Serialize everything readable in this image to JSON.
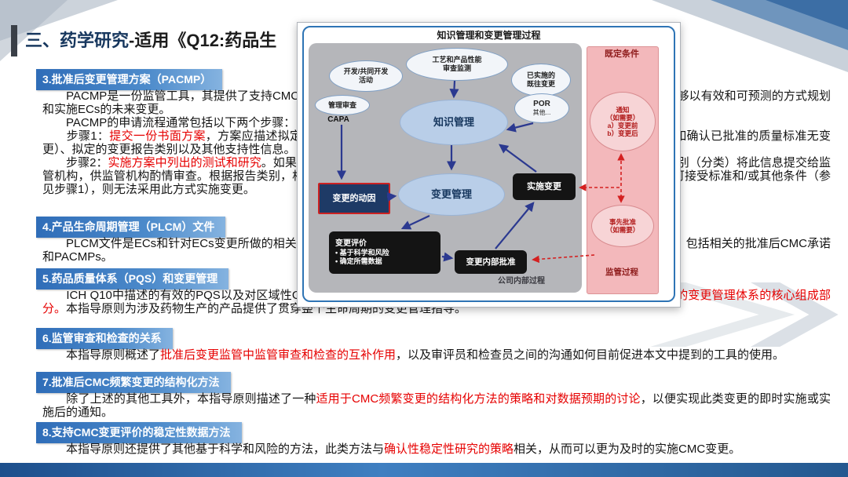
{
  "colors": {
    "title_navy": "#17375e",
    "header_blue": "#2f6db8",
    "red_text": "#e60000",
    "footer_blue": "#2b62a6",
    "diagram_gray": "#b5b6ba",
    "diagram_pink": "#f3b8bb",
    "node_blue": "#b9cee8"
  },
  "title": {
    "prefix": "三、药学研究",
    "suffix": "-适用《Q12:药品生"
  },
  "sections": [
    {
      "header": "3.批准后变更管理方案（PACMP）",
      "paragraphs": [
        {
          "segments": [
            {
              "t": "　　PACMP是一份监管工具，其提供了支持CMC变更实施所需的可预测性和透明性，有助于相关方达成共识。此类机制能够以有效和可预测的方式规划和实施ECs的未来变更。"
            }
          ]
        },
        {
          "segments": [
            {
              "t": "　　PACMP的申请流程通常包括以下两个步骤："
            }
          ]
        },
        {
          "segments": [
            {
              "t": "　　步骤1："
            },
            {
              "t": "提交一份书面方案",
              "red": true
            },
            {
              "t": "，方案应描述拟定变更、变更的合理性、风险管理活动、拟定的研究和需要满足的条件（如确认已批准的质量标准无变更）、拟定的变更报告类别以及其他支持性信息。"
            }
          ]
        },
        {
          "segments": [
            {
              "t": "　　步骤2："
            },
            {
              "t": "实施方案中列出的测试和研究",
              "red": true
            },
            {
              "t": "。如果得到的结果/数据满足方案中规定的可接受标准，则按照已批准方案中的类别（分类）将此信息提交给监管机构，供监管机构酌情审查。根据报告类别，相关变更可在获得监管机构批准后实施。如果得到的结果不符合方案中的可接受标准和/或其他条件（参见步骤1），则无法采用此方式实施变更。"
            }
          ]
        }
      ]
    },
    {
      "header": "4.产品生命周期管理（PLCM）文件",
      "paragraphs": [
        {
          "segments": [
            {
              "t": "　　PLCM文件是ECs和针对ECs变更所做的相关报告类别的总结文件，该文件有助于促进产品整个生命周期的规划和管理，包括相关的批准后CMC承诺和PACMPs。"
            }
          ]
        }
      ]
    },
    {
      "header": "5.药品质量体系（PQS）和变更管理",
      "paragraphs": [
        {
          "segments": [
            {
              "t": "　　ICH Q10中描述的有效的PQS以及对区域性GMP要求的依从性是使用本指导原则中工具的前提，"
            },
            {
              "t": "生产变更管理是有效的变更管理体系的核心组成部分。",
              "red": true
            },
            {
              "t": "本指导原则为涉及药物生产的产品提供了贯穿整个生命周期的变更管理指导。"
            }
          ]
        }
      ]
    },
    {
      "header": "6.监管审查和检查的关系",
      "paragraphs": [
        {
          "segments": [
            {
              "t": "　　本指导原则概述了"
            },
            {
              "t": "批准后变更监管中监管审查和检查的互补作用",
              "red": true
            },
            {
              "t": "，以及审评员和检查员之间的沟通如何目前促进本文中提到的工具的使用。"
            }
          ]
        }
      ]
    },
    {
      "header": "7.批准后CMC频繁变更的结构化方法",
      "paragraphs": [
        {
          "segments": [
            {
              "t": "　　除了上述的其他工具外，本指导原则描述了一种"
            },
            {
              "t": "适用于CMC频繁变更的结构化方法的策略和对数据预期的讨论",
              "red": true
            },
            {
              "t": "，以便实现此类变更的即时实施或实施后的通知。"
            }
          ]
        }
      ]
    },
    {
      "header": "8.支持CMC变更评价的稳定性数据方法",
      "paragraphs": [
        {
          "segments": [
            {
              "t": "　　本指导原则还提供了其他基于科学和风险的方法，此类方法与"
            },
            {
              "t": "确认性稳定性研究的策略",
              "red": true
            },
            {
              "t": "相关，从而可以更为及时的实施CMC变更。"
            }
          ]
        }
      ]
    }
  ],
  "diagram": {
    "title": "知识管理和变更管理过程",
    "dev_l1": "开发/共同开发",
    "dev_l2": "活动",
    "perf_l1": "工艺和产品性能",
    "perf_l2": "审查监测",
    "impl_l1": "已实施的",
    "impl_l2": "既往变更",
    "mgmt_review": "管理审查",
    "por": "POR",
    "other": "其他...",
    "capa": "CAPA",
    "knowledge": "知识管理",
    "change": "变更管理",
    "driver": "变更的动因",
    "implement": "实施变更",
    "eval_title": "变更评价",
    "eval_b1": "• 基于科学和风险",
    "eval_b2": "• 确定所需数据",
    "internal_approval": "变更内部批准",
    "company": "公司内部过程",
    "established": "既定条件",
    "notify_l1": "通知",
    "notify_l2": "（如需要）",
    "notify_l3": "a）变更前",
    "notify_l4": "b）变更后",
    "prior_l1": "事先批准",
    "prior_l2": "（如需要）",
    "regulatory": "监管过程"
  }
}
